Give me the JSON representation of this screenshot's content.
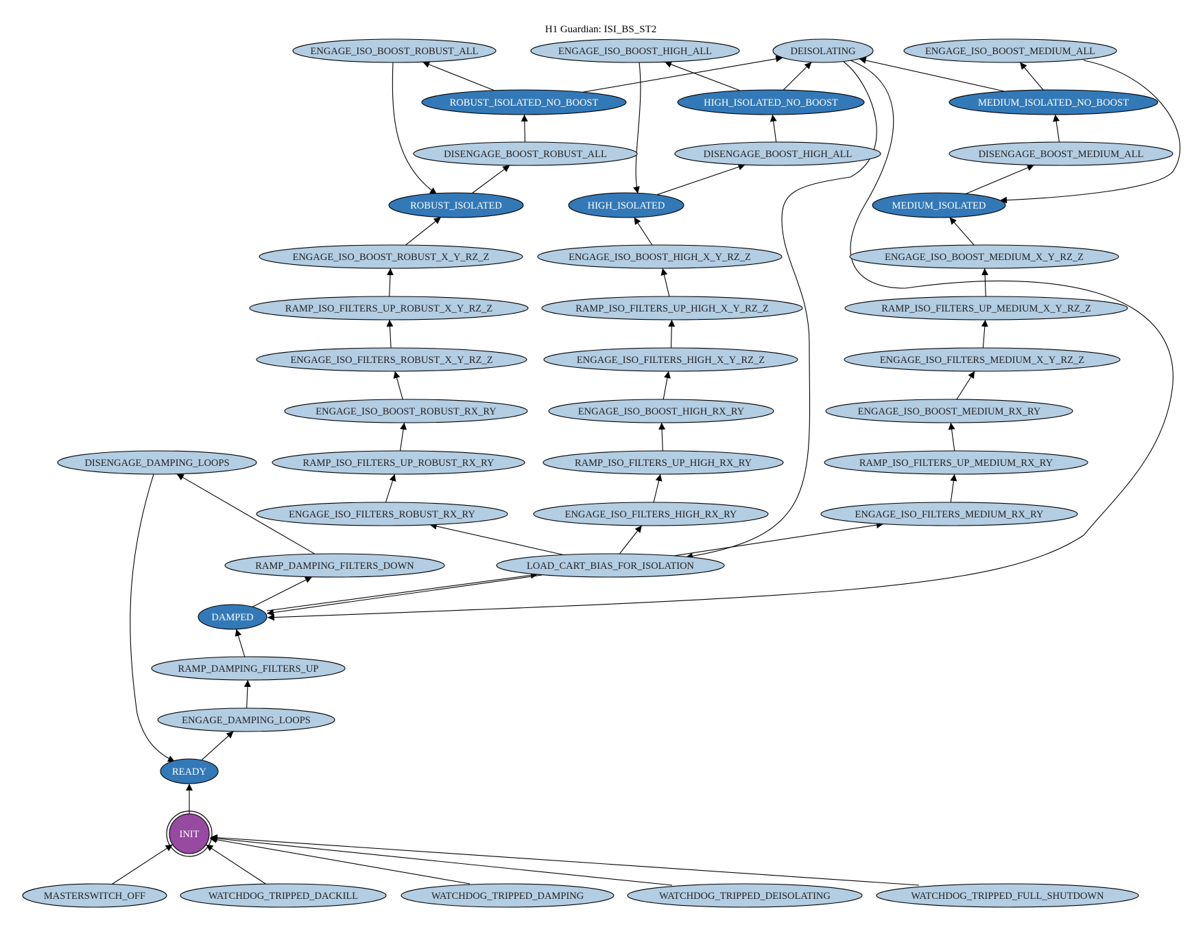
{
  "title": "H1 Guardian: ISI_BS_ST2",
  "colors": {
    "transition_fill": "#b3cde3",
    "requestable_fill": "#3379b7",
    "init_fill": "#964aa0",
    "transition_text": "#222222",
    "requestable_text": "#ffffff",
    "edge": "#000000"
  },
  "nodes": [
    {
      "id": "ENGAGE_ISO_BOOST_ROBUST_ALL",
      "label": "ENGAGE_ISO_BOOST_ROBUST_ALL",
      "kind": "transition"
    },
    {
      "id": "ENGAGE_ISO_BOOST_HIGH_ALL",
      "label": "ENGAGE_ISO_BOOST_HIGH_ALL",
      "kind": "transition"
    },
    {
      "id": "DEISOLATING",
      "label": "DEISOLATING",
      "kind": "transition"
    },
    {
      "id": "ENGAGE_ISO_BOOST_MEDIUM_ALL",
      "label": "ENGAGE_ISO_BOOST_MEDIUM_ALL",
      "kind": "transition"
    },
    {
      "id": "ROBUST_ISOLATED_NO_BOOST",
      "label": "ROBUST_ISOLATED_NO_BOOST",
      "kind": "requestable"
    },
    {
      "id": "HIGH_ISOLATED_NO_BOOST",
      "label": "HIGH_ISOLATED_NO_BOOST",
      "kind": "requestable"
    },
    {
      "id": "MEDIUM_ISOLATED_NO_BOOST",
      "label": "MEDIUM_ISOLATED_NO_BOOST",
      "kind": "requestable"
    },
    {
      "id": "DISENGAGE_BOOST_ROBUST_ALL",
      "label": "DISENGAGE_BOOST_ROBUST_ALL",
      "kind": "transition"
    },
    {
      "id": "DISENGAGE_BOOST_HIGH_ALL",
      "label": "DISENGAGE_BOOST_HIGH_ALL",
      "kind": "transition"
    },
    {
      "id": "DISENGAGE_BOOST_MEDIUM_ALL",
      "label": "DISENGAGE_BOOST_MEDIUM_ALL",
      "kind": "transition"
    },
    {
      "id": "ROBUST_ISOLATED",
      "label": "ROBUST_ISOLATED",
      "kind": "requestable"
    },
    {
      "id": "HIGH_ISOLATED",
      "label": "HIGH_ISOLATED",
      "kind": "requestable"
    },
    {
      "id": "MEDIUM_ISOLATED",
      "label": "MEDIUM_ISOLATED",
      "kind": "requestable"
    },
    {
      "id": "ENGAGE_ISO_BOOST_ROBUST_X_Y_RZ_Z",
      "label": "ENGAGE_ISO_BOOST_ROBUST_X_Y_RZ_Z",
      "kind": "transition"
    },
    {
      "id": "ENGAGE_ISO_BOOST_HIGH_X_Y_RZ_Z",
      "label": "ENGAGE_ISO_BOOST_HIGH_X_Y_RZ_Z",
      "kind": "transition"
    },
    {
      "id": "ENGAGE_ISO_BOOST_MEDIUM_X_Y_RZ_Z",
      "label": "ENGAGE_ISO_BOOST_MEDIUM_X_Y_RZ_Z",
      "kind": "transition"
    },
    {
      "id": "RAMP_ISO_FILTERS_UP_ROBUST_X_Y_RZ_Z",
      "label": "RAMP_ISO_FILTERS_UP_ROBUST_X_Y_RZ_Z",
      "kind": "transition"
    },
    {
      "id": "RAMP_ISO_FILTERS_UP_HIGH_X_Y_RZ_Z",
      "label": "RAMP_ISO_FILTERS_UP_HIGH_X_Y_RZ_Z",
      "kind": "transition"
    },
    {
      "id": "RAMP_ISO_FILTERS_UP_MEDIUM_X_Y_RZ_Z",
      "label": "RAMP_ISO_FILTERS_UP_MEDIUM_X_Y_RZ_Z",
      "kind": "transition"
    },
    {
      "id": "ENGAGE_ISO_FILTERS_ROBUST_X_Y_RZ_Z",
      "label": "ENGAGE_ISO_FILTERS_ROBUST_X_Y_RZ_Z",
      "kind": "transition"
    },
    {
      "id": "ENGAGE_ISO_FILTERS_HIGH_X_Y_RZ_Z",
      "label": "ENGAGE_ISO_FILTERS_HIGH_X_Y_RZ_Z",
      "kind": "transition"
    },
    {
      "id": "ENGAGE_ISO_FILTERS_MEDIUM_X_Y_RZ_Z",
      "label": "ENGAGE_ISO_FILTERS_MEDIUM_X_Y_RZ_Z",
      "kind": "transition"
    },
    {
      "id": "ENGAGE_ISO_BOOST_ROBUST_RX_RY",
      "label": "ENGAGE_ISO_BOOST_ROBUST_RX_RY",
      "kind": "transition"
    },
    {
      "id": "ENGAGE_ISO_BOOST_HIGH_RX_RY",
      "label": "ENGAGE_ISO_BOOST_HIGH_RX_RY",
      "kind": "transition"
    },
    {
      "id": "ENGAGE_ISO_BOOST_MEDIUM_RX_RY",
      "label": "ENGAGE_ISO_BOOST_MEDIUM_RX_RY",
      "kind": "transition"
    },
    {
      "id": "DISENGAGE_DAMPING_LOOPS",
      "label": "DISENGAGE_DAMPING_LOOPS",
      "kind": "transition"
    },
    {
      "id": "RAMP_ISO_FILTERS_UP_ROBUST_RX_RY",
      "label": "RAMP_ISO_FILTERS_UP_ROBUST_RX_RY",
      "kind": "transition"
    },
    {
      "id": "RAMP_ISO_FILTERS_UP_HIGH_RX_RY",
      "label": "RAMP_ISO_FILTERS_UP_HIGH_RX_RY",
      "kind": "transition"
    },
    {
      "id": "RAMP_ISO_FILTERS_UP_MEDIUM_RX_RY",
      "label": "RAMP_ISO_FILTERS_UP_MEDIUM_RX_RY",
      "kind": "transition"
    },
    {
      "id": "ENGAGE_ISO_FILTERS_ROBUST_RX_RY",
      "label": "ENGAGE_ISO_FILTERS_ROBUST_RX_RY",
      "kind": "transition"
    },
    {
      "id": "ENGAGE_ISO_FILTERS_HIGH_RX_RY",
      "label": "ENGAGE_ISO_FILTERS_HIGH_RX_RY",
      "kind": "transition"
    },
    {
      "id": "ENGAGE_ISO_FILTERS_MEDIUM_RX_RY",
      "label": "ENGAGE_ISO_FILTERS_MEDIUM_RX_RY",
      "kind": "transition"
    },
    {
      "id": "RAMP_DAMPING_FILTERS_DOWN",
      "label": "RAMP_DAMPING_FILTERS_DOWN",
      "kind": "transition"
    },
    {
      "id": "LOAD_CART_BIAS_FOR_ISOLATION",
      "label": "LOAD_CART_BIAS_FOR_ISOLATION",
      "kind": "transition"
    },
    {
      "id": "DAMPED",
      "label": "DAMPED",
      "kind": "requestable"
    },
    {
      "id": "RAMP_DAMPING_FILTERS_UP",
      "label": "RAMP_DAMPING_FILTERS_UP",
      "kind": "transition"
    },
    {
      "id": "ENGAGE_DAMPING_LOOPS",
      "label": "ENGAGE_DAMPING_LOOPS",
      "kind": "transition"
    },
    {
      "id": "READY",
      "label": "READY",
      "kind": "requestable"
    },
    {
      "id": "INIT",
      "label": "INIT",
      "kind": "init"
    },
    {
      "id": "MASTERSWITCH_OFF",
      "label": "MASTERSWITCH_OFF",
      "kind": "transition"
    },
    {
      "id": "WATCHDOG_TRIPPED_DACKILL",
      "label": "WATCHDOG_TRIPPED_DACKILL",
      "kind": "transition"
    },
    {
      "id": "WATCHDOG_TRIPPED_DAMPING",
      "label": "WATCHDOG_TRIPPED_DAMPING",
      "kind": "transition"
    },
    {
      "id": "WATCHDOG_TRIPPED_DEISOLATING",
      "label": "WATCHDOG_TRIPPED_DEISOLATING",
      "kind": "transition"
    },
    {
      "id": "WATCHDOG_TRIPPED_FULL_SHUTDOWN",
      "label": "WATCHDOG_TRIPPED_FULL_SHUTDOWN",
      "kind": "transition"
    }
  ],
  "edges": [
    {
      "from": "ROBUST_ISOLATED_NO_BOOST",
      "to": "ENGAGE_ISO_BOOST_ROBUST_ALL"
    },
    {
      "from": "ROBUST_ISOLATED_NO_BOOST",
      "to": "DEISOLATING"
    },
    {
      "from": "ENGAGE_ISO_BOOST_ROBUST_ALL",
      "to": "ROBUST_ISOLATED"
    },
    {
      "from": "DISENGAGE_BOOST_ROBUST_ALL",
      "to": "ROBUST_ISOLATED_NO_BOOST"
    },
    {
      "from": "ROBUST_ISOLATED",
      "to": "DISENGAGE_BOOST_ROBUST_ALL"
    },
    {
      "from": "ENGAGE_ISO_BOOST_ROBUST_X_Y_RZ_Z",
      "to": "ROBUST_ISOLATED"
    },
    {
      "from": "RAMP_ISO_FILTERS_UP_ROBUST_X_Y_RZ_Z",
      "to": "ENGAGE_ISO_BOOST_ROBUST_X_Y_RZ_Z"
    },
    {
      "from": "ENGAGE_ISO_FILTERS_ROBUST_X_Y_RZ_Z",
      "to": "RAMP_ISO_FILTERS_UP_ROBUST_X_Y_RZ_Z"
    },
    {
      "from": "ENGAGE_ISO_BOOST_ROBUST_RX_RY",
      "to": "ENGAGE_ISO_FILTERS_ROBUST_X_Y_RZ_Z"
    },
    {
      "from": "RAMP_ISO_FILTERS_UP_ROBUST_RX_RY",
      "to": "ENGAGE_ISO_BOOST_ROBUST_RX_RY"
    },
    {
      "from": "ENGAGE_ISO_FILTERS_ROBUST_RX_RY",
      "to": "RAMP_ISO_FILTERS_UP_ROBUST_RX_RY"
    },
    {
      "from": "LOAD_CART_BIAS_FOR_ISOLATION",
      "to": "ENGAGE_ISO_FILTERS_ROBUST_RX_RY"
    },
    {
      "from": "HIGH_ISOLATED_NO_BOOST",
      "to": "ENGAGE_ISO_BOOST_HIGH_ALL"
    },
    {
      "from": "HIGH_ISOLATED_NO_BOOST",
      "to": "DEISOLATING"
    },
    {
      "from": "ENGAGE_ISO_BOOST_HIGH_ALL",
      "to": "HIGH_ISOLATED"
    },
    {
      "from": "DISENGAGE_BOOST_HIGH_ALL",
      "to": "HIGH_ISOLATED_NO_BOOST"
    },
    {
      "from": "HIGH_ISOLATED",
      "to": "DISENGAGE_BOOST_HIGH_ALL"
    },
    {
      "from": "ENGAGE_ISO_BOOST_HIGH_X_Y_RZ_Z",
      "to": "HIGH_ISOLATED"
    },
    {
      "from": "RAMP_ISO_FILTERS_UP_HIGH_X_Y_RZ_Z",
      "to": "ENGAGE_ISO_BOOST_HIGH_X_Y_RZ_Z"
    },
    {
      "from": "ENGAGE_ISO_FILTERS_HIGH_X_Y_RZ_Z",
      "to": "RAMP_ISO_FILTERS_UP_HIGH_X_Y_RZ_Z"
    },
    {
      "from": "ENGAGE_ISO_BOOST_HIGH_RX_RY",
      "to": "ENGAGE_ISO_FILTERS_HIGH_X_Y_RZ_Z"
    },
    {
      "from": "RAMP_ISO_FILTERS_UP_HIGH_RX_RY",
      "to": "ENGAGE_ISO_BOOST_HIGH_RX_RY"
    },
    {
      "from": "ENGAGE_ISO_FILTERS_HIGH_RX_RY",
      "to": "RAMP_ISO_FILTERS_UP_HIGH_RX_RY"
    },
    {
      "from": "LOAD_CART_BIAS_FOR_ISOLATION",
      "to": "ENGAGE_ISO_FILTERS_HIGH_RX_RY"
    },
    {
      "from": "MEDIUM_ISOLATED_NO_BOOST",
      "to": "ENGAGE_ISO_BOOST_MEDIUM_ALL"
    },
    {
      "from": "MEDIUM_ISOLATED_NO_BOOST",
      "to": "DEISOLATING"
    },
    {
      "from": "ENGAGE_ISO_BOOST_MEDIUM_ALL",
      "to": "MEDIUM_ISOLATED"
    },
    {
      "from": "DISENGAGE_BOOST_MEDIUM_ALL",
      "to": "MEDIUM_ISOLATED_NO_BOOST"
    },
    {
      "from": "MEDIUM_ISOLATED",
      "to": "DISENGAGE_BOOST_MEDIUM_ALL"
    },
    {
      "from": "ENGAGE_ISO_BOOST_MEDIUM_X_Y_RZ_Z",
      "to": "MEDIUM_ISOLATED"
    },
    {
      "from": "RAMP_ISO_FILTERS_UP_MEDIUM_X_Y_RZ_Z",
      "to": "ENGAGE_ISO_BOOST_MEDIUM_X_Y_RZ_Z"
    },
    {
      "from": "ENGAGE_ISO_FILTERS_MEDIUM_X_Y_RZ_Z",
      "to": "RAMP_ISO_FILTERS_UP_MEDIUM_X_Y_RZ_Z"
    },
    {
      "from": "ENGAGE_ISO_BOOST_MEDIUM_RX_RY",
      "to": "ENGAGE_ISO_FILTERS_MEDIUM_X_Y_RZ_Z"
    },
    {
      "from": "RAMP_ISO_FILTERS_UP_MEDIUM_RX_RY",
      "to": "ENGAGE_ISO_BOOST_MEDIUM_RX_RY"
    },
    {
      "from": "ENGAGE_ISO_FILTERS_MEDIUM_RX_RY",
      "to": "RAMP_ISO_FILTERS_UP_MEDIUM_RX_RY"
    },
    {
      "from": "LOAD_CART_BIAS_FOR_ISOLATION",
      "to": "ENGAGE_ISO_FILTERS_MEDIUM_RX_RY"
    },
    {
      "from": "DEISOLATING",
      "to": "LOAD_CART_BIAS_FOR_ISOLATION"
    },
    {
      "from": "DEISOLATING",
      "to": "DAMPED"
    },
    {
      "from": "LOAD_CART_BIAS_FOR_ISOLATION",
      "to": "DAMPED"
    },
    {
      "from": "DAMPED",
      "to": "LOAD_CART_BIAS_FOR_ISOLATION"
    },
    {
      "from": "DAMPED",
      "to": "RAMP_DAMPING_FILTERS_DOWN"
    },
    {
      "from": "RAMP_DAMPING_FILTERS_DOWN",
      "to": "DISENGAGE_DAMPING_LOOPS"
    },
    {
      "from": "DISENGAGE_DAMPING_LOOPS",
      "to": "READY"
    },
    {
      "from": "RAMP_DAMPING_FILTERS_UP",
      "to": "DAMPED"
    },
    {
      "from": "ENGAGE_DAMPING_LOOPS",
      "to": "RAMP_DAMPING_FILTERS_UP"
    },
    {
      "from": "READY",
      "to": "ENGAGE_DAMPING_LOOPS"
    },
    {
      "from": "INIT",
      "to": "READY"
    },
    {
      "from": "MASTERSWITCH_OFF",
      "to": "INIT"
    },
    {
      "from": "WATCHDOG_TRIPPED_DACKILL",
      "to": "INIT"
    },
    {
      "from": "WATCHDOG_TRIPPED_DAMPING",
      "to": "INIT"
    },
    {
      "from": "WATCHDOG_TRIPPED_DEISOLATING",
      "to": "INIT"
    },
    {
      "from": "WATCHDOG_TRIPPED_FULL_SHUTDOWN",
      "to": "INIT"
    }
  ]
}
